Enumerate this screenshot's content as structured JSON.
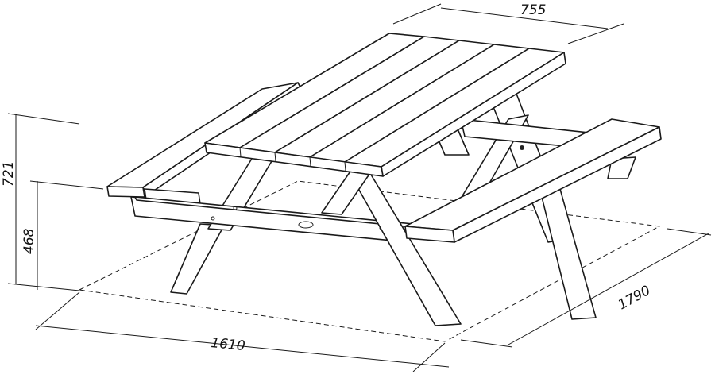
{
  "title": "Picnic table dimensions",
  "dimensions": {
    "width_top": "755",
    "height_table": "721",
    "height_bench": "468",
    "length": "1610",
    "depth": "1790"
  }
}
